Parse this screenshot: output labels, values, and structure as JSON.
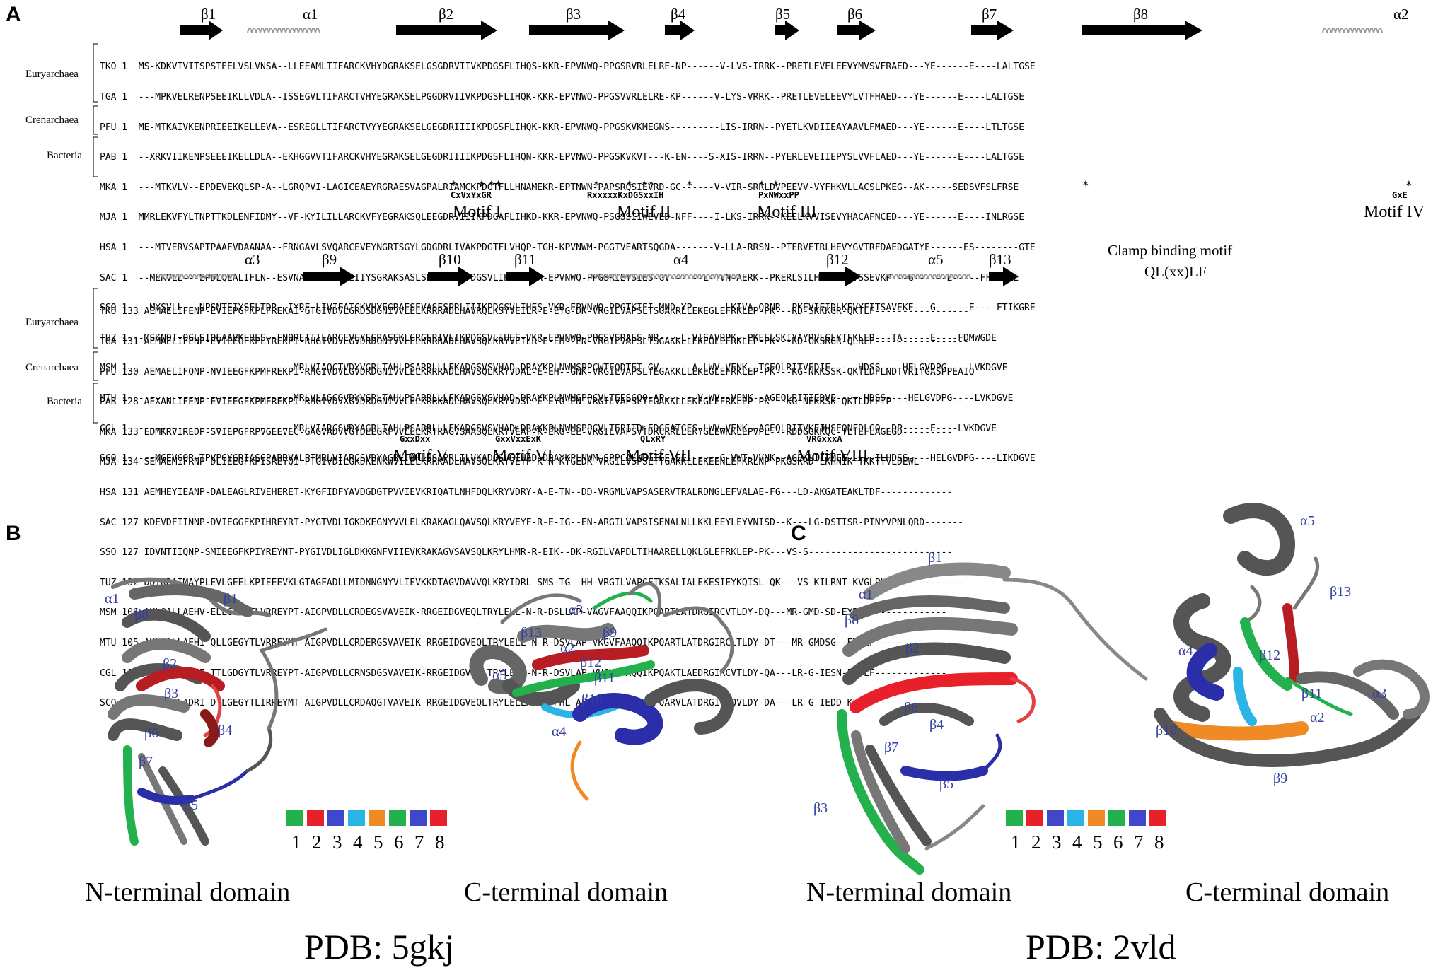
{
  "panels": {
    "a": "A",
    "b": "B",
    "c": "C"
  },
  "groups": [
    "Euryarchaea",
    "Crenarchaea",
    "Bacteria"
  ],
  "block1": {
    "structure": [
      "β1",
      "α1",
      "β2",
      "β3",
      "β4",
      "β5",
      "β6",
      "β7",
      "β8",
      "α2"
    ],
    "rows": [
      "TKO 1  MS-KDKVTVITSPSTEELVSLVNSA--LLEEAMLTIFARCKVHYDGRAKSELGSGDRVIIVKPDGSFLIHQS-KKR-EPVNWQ-PPGSRVRLELRE-NP------V-LVS-IRRK--PRETLEVELEEVYMVSVFRAED---YE------E----LALTGSE",
      "TGA 1  ---MPKVELRENPSEEIKLLVDLA--ISSEGVLTIFARCTVHYEGRAKSELPGGDRVIIVKPDGSFLIHQK-KKR-EPVNWQ-PPGSVVRLELRE-KP------V-LYS-VRRK--PRETLEVELEEVYLVTFHAED---YE------E----LALTGSE",
      "PFU 1  ME-MTKAIVKENPRIEEIKELLEVA--ESREGLLTIFARCTVYYEGRAKSELGEGDRIIIIKPDGSFLIHQK-KKR-EPVNWQ-PPGSKVKMEGNS---------LIS-IRRN--PYETLKVDIIEAYAAVLFMAED---YE------E----LTLTGSE",
      "PAB 1  --XRKVIIKENPSEEEIKELLDLA--EKHGGVVTIFARCKVHYEGRAKSELGEGDRIIIIKPDGSFLIHQN-KKR-EPVNWQ-PPGSKVKVT---K-EN----S-XIS-IRRN--PYERLEVEIIEPYSLVVFLAED---YE------E----LALTGSE",
      "MKA 1  ---MTKVLV--EPDEVEKQLSP-A--LGRQPVI-LAGICEAEYRGRAESVAGPALRIAMCKPDGTFLLHNAMEKR-EPTNWN-PAPSRQSIEVRD-GC------V-VIR-SRRLDVPEEVV-VYFHKVLLACSLPKEG--AK-----SEDSVFSLFRSE",
      "MJA 1  MMRLEKVFYLTNPTTKDLENFIDMY--VF-KYILILLARCKVFYEGRAKSQLEEGDRVIIIKPDGAFLIHKD-KKR-EPVNWQ-PSGSSIIWEVED-NFF----I-LKS-IRRK--KEELKVVISEVYHACAFNCED---YE------E----INLRGSE",
      "HSA 1  ---MTVERVSAPTPAAFVDAANAA--FRNGAVLSVQARCEVEYNGRTSGYLGDGDRLIVAKPDGTFLVHQP-TGH-KPVNWM-PGGTVEARTSQGDA-------V-LLA-RRSN--PTERVETRLHEVYGVTRFDAEDGATYE------ES--------GTE",
      "SAC 1  --MEKVLL---EPDLQEALIFLN--ESVNALLTIYSECEIIYSGRAKSASLSPRLTIIKPDGSVLIHGP-TKR-EPVNWQ-PPGSRIEYSIES-GV------L-TVN-AERK--PKERLSILHHRVYYITSSEVKP---G------E-----FFLVGRE",
      "SSO 1  --MYSVLL---NPSNTEIYSFLTDR--IYRE-LIVIFATCKVHYEGRAESEVASESPRLIIIKPDGSVLIHES-VKR-EPVNWQ-PPGTKIEI-MND-YP------LKIVA-QRNR--PKEVIEIDLKEVYFITSAVEKE---G------E----FTIKGRE",
      "TUZ 1  -MSKNQT-QGLSIQEAAVKLRES--FNQRETIILARCEVEYEGRASSKLGRGERIVLIKPDGSVLIHES-VKR-EPVNWQ-PPGSVSRAES-NR----L-VISAVRPK--PKEELSKIYAYRVLGLYTFKLED---TA-----E----FDMWGDE",
      "MSM 1  ----------------------------MRLVIAQCTVDYVGRLTAHLPSARRLLLFKADGSVSVHAD-DRAYKPLNWMSPPCWTEQDTET-GV------A-LWV-VENK--TGEQLRITVEDIE-----HDSS----HELGVDPG----LVKDGVE",
      "MTU 1  ----------------------------MRLVLASCSVDYVGRLTAHLPSARRLLLFKADGSVSVHAD-DRAYKPLNWMSPPCVLTEESGQQ-AP------V-WV--VENK--AGEQLRITIEDVE-----HDSS----HELGVDPG----LVKDGVE",
      "CGL 1  ----------------------------MRLVIARCSVDYAGRLTAHLPSARRLLLFKADGSVSVHAD-DRAYKPLNWMSPPCVLTEPITD-EDGEATGES-LWV-VENK--AGEQLRITVKEIHSEQNFDLGQ--DP-----E----LVKDGVE",
      "SCO 1  ---MGEVGQR-TPVPGYGRIASGPARRVALPTMRLVIARCSVDYAGRLTAHLPSAPRLILVKADGSVSIHAD-DRAYKPLNWM-SPPCALKEGTGE-EE------G-VWT-VVNK--AGEKLIITMEE-----ILHDSS----HELGVDPG----LIKDGVE"
    ],
    "stars_left": "*",
    "motifs": [
      {
        "code": "CxVxYxGR",
        "label": "Motif I"
      },
      {
        "code": "RxxxxxKxDGSxxIH",
        "label": "Motif II"
      },
      {
        "code": "PxNWxxPP",
        "label": "Motif III"
      },
      {
        "code": "GxE",
        "label": "Motif IV"
      }
    ]
  },
  "block2": {
    "structure": [
      "α3",
      "β9",
      "β10",
      "β11",
      "α4",
      "β12",
      "α5",
      "β13"
    ],
    "clamp_title": "Clamp binding motif",
    "clamp_code": "QL(xx)LF",
    "rows": [
      "TKO 133 AEMAELIFENP-EVIEPGFKPLFREKAI-GTGIVDVLGRDSDGNIVVLELKRRRADLHAVRQLKSYVEILR-E-EYG-DK-VRGILVAPSLTSGAKRLLEKEGLEFRKLEP-PK---RD-SKKKGR-QKTLF-----------------",
      "TGA 131 AEMAELIFENP-EVIEEGFKPLYREKPI-RHGIVDVLGVDRDGNIVVLELKRRRADLHAVSQLKRYVETLR-E-EH--EN-VRGILVAPSLTSGAKKLLEKEGLEFRKLEP-PK---RD-GKSRGR-QLRLF-----------------",
      "PFU 130 AEMAELIFQNP-NVIEEGFKPMFREKPI-RHGIVDVLGVDRDGNIVVLELKRRRADLHAVSQLKRYVDAL-E-EH--GNK-VRGILVAPSLTEGAKKLLEKEGLEFRKLEP-PK---KG-NKKSSK-QKTLDFLNDTVRITGASPPEAIQ",
      "PAB 128 AEXANLIFENP-EVIEEGFKPMFREKPI-RHGIVDVXGVDRDGNIVVLELKRRKADLHAVSQLKRYVDSL-E-EYG-EN-VRGILVAPSLTEGAKKLLEKEGLEFRKLEP-PK---KG-NEKRSK-QKTLDFFTP-------------",
      "MKA 133 EDMKRVIREDP-SVIEPGFRPVGEEVEC-GAGVADVVGYDEEGRFVVLELKRTRAGVSAASQLKRYVEAF-R-ERG-EE-VRGILVAPSVTDRCRRLLEKYGLEWKKLEPVPL---RDDGGKKQC-TLTEFLAGEGD---------",
      "MJA 134 SEMAEMIFRNP-DLIEEGFKPISREYQI-PTGIVDILGKDKENKWVILELKRRKADLHAVSQLKRYVEYF-K-N-KYGEDK-VRGILVSPSLTTGAKKLLEKEENLEFKRLNP-PKGSKRD-LKHNIK-TKKTTVLDEWL-------",
      "HSA 131 AEMHEYIEANP-DALEAGLRIVEHERET-KYGFIDFYAVDGDGTPVVIEVKRIQATLNHFDQLKRYVDRY-A-E-TN--DD-VRGMLVAPSASERVTRALRDNGLEFVALAE-FG---LD-AKGATEAKLTDF-------------",
      "SAC 127 KDEVDFIINNP-DVIEGGFKPIHREYRT-PYGTVDLIGKDKEGNYVVLELKRAKAGLQAVSQLKRYVEYF-R-E-IG--EN-ARGILVAPSISENALNLLKKLEEYLEYVNISD--K---LG-DSTISR-PINYVPNLQRD-------",
      "SSO 127 IDVNTIIQNP-SMIEEGFKPIYREYNT-PYGIVDLIGLDKKGNFVIIEVKRAKAGVSAVSQLKRYLHMR-R-EIK--DK-RGILVAPDLTIHAARELLQKLGLEFRKLEP-PK---VS-S--------------------------",
      "TUZ 132 DDIKRAIMAYPLEVLGEELKPIEEEVKLGTAGFADLLMIDNNGNYVLIEVKKDTAGVDAVVQLKRYIDRL-SMS-TG--HH-VRGILVAPGFTKSALIALEKESIEYKQISL-QK---VS-KILRNT-KVGLPL--------------",
      "MSM 106 AHLQALLAEHV-ELLGAGYTLVRREYPT-AIGPVDLLCRDEGSVAVEIK-RRGEIDGVEQLTRYLELL-N-R-DSLLAP-VAGVFAAQQIKPQARTLATDRGIRCVTLDY-DQ---MR-GMD-SD-EYRLF--------------",
      "MTU 105 AHLQALLAEHI-QLLGEGYTLVRREYMT-AIGPVDLLCRDERGSVAVEIK-RRGEIDGVEQLTRYLELL-N-R-DSVLAP-VKGVFAAQQIKPQARTLATDRGIRCLTLDY-DT---MR-GMDSG--EYRLF--------------",
      "CGL 112 AHLQELLAEHI-TTLGDGYTLVRREYPT-AIGPVDLLCRNSDGSVAVEIK-RRGEIDGVEQLTRYLELL-N-R-DSVLAP-VHGVFAAQQIKPQAKTLAEDRGIRCVTLDY-QA---LR-G-IESN-ELTLF-------------",
      "SCO 133 AHLQELLADRI-DTLGEGYTLIRREYMT-AIGPVDLLCRDAQGTVAVEIK-RRGEIDGVEQLTRYLELLNR-D-PHL-AP-VRGVFAAQEIKPQARVLATDRGIGCQVLDY-DA---LR-G-IEDD-KLRLF-------------"
    ],
    "motifs": [
      {
        "code": "GxxDxx",
        "label": "Motif V"
      },
      {
        "code": "GxxVxxExK",
        "label": "Motif VI"
      },
      {
        "code": "QLxRY",
        "label": "Motif VII"
      },
      {
        "code": "VRGxxxA",
        "label": "Motif VIII"
      }
    ]
  },
  "legend": [
    "1",
    "2",
    "3",
    "4",
    "5",
    "6",
    "7",
    "8"
  ],
  "legend_colors": [
    "#22b14c",
    "#e8202a",
    "#3f48cc",
    "#2bb5e6",
    "#f08a24",
    "#22b14c",
    "#3f48cc",
    "#e8202a"
  ],
  "panel_b": {
    "n_labels": [
      "α1",
      "β1",
      "β8",
      "β2",
      "β3",
      "β4",
      "β6",
      "β7",
      "β5"
    ],
    "c_labels": [
      "α3",
      "β13",
      "α2",
      "β9",
      "β12",
      "α5",
      "β11",
      "β10",
      "α4"
    ],
    "n_title": "N-terminal domain",
    "c_title": "C-terminal domain",
    "pdb": "PDB: 5gkj"
  },
  "panel_c": {
    "n_labels": [
      "β1",
      "α1",
      "β8",
      "β2",
      "β6",
      "β4",
      "β7",
      "β5",
      "β3"
    ],
    "c_labels": [
      "α5",
      "β13",
      "α4",
      "β12",
      "β11",
      "α3",
      "α2",
      "β10",
      "β9"
    ],
    "n_title": "N-terminal domain",
    "c_title": "C-terminal domain",
    "pdb": "PDB: 2vld"
  }
}
